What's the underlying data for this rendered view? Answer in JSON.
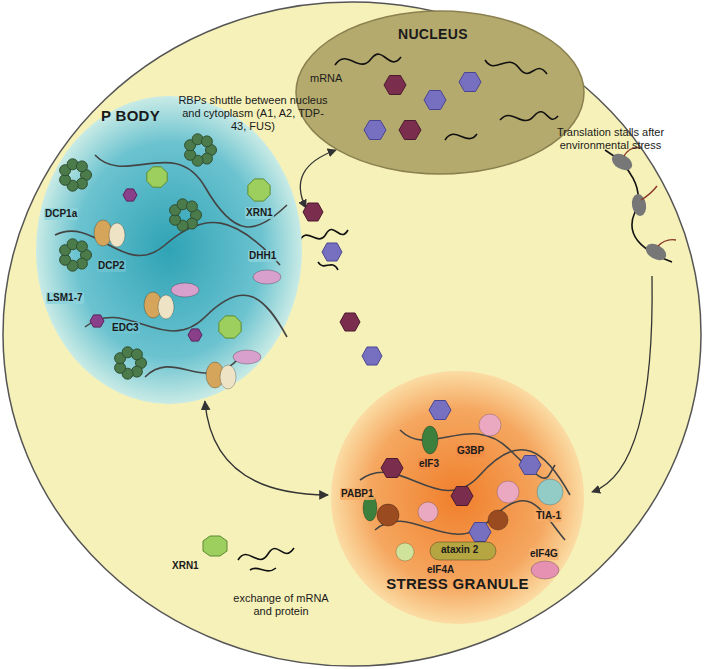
{
  "diagram": {
    "nodes": [
      {
        "text": [
          "NUCLEUS",
          "mRNA"
        ]
      },
      {
        "text": [
          "P BODY",
          "DCP1a",
          "DCP2",
          "LSM1-7",
          "EDC3",
          "XRN1",
          "DHH1"
        ]
      },
      {
        "text": [
          "STRESS GRANULE",
          "PABP1",
          "eIF3",
          "G3BP",
          "TIA-1",
          "ataxin 2",
          "eIF4A",
          "eIF4G"
        ]
      }
    ],
    "edges": [
      {
        "from": 1,
        "to": 2,
        "arrow": "both",
        "label": "exchange of mRNA and protein"
      }
    ],
    "labels": [
      "RBPs shuttle between nucleus and cytoplasm (A1, A2, TDP-43, FUS)",
      "Translation stalls after environmental stress",
      "XRN1"
    ]
  }
}
